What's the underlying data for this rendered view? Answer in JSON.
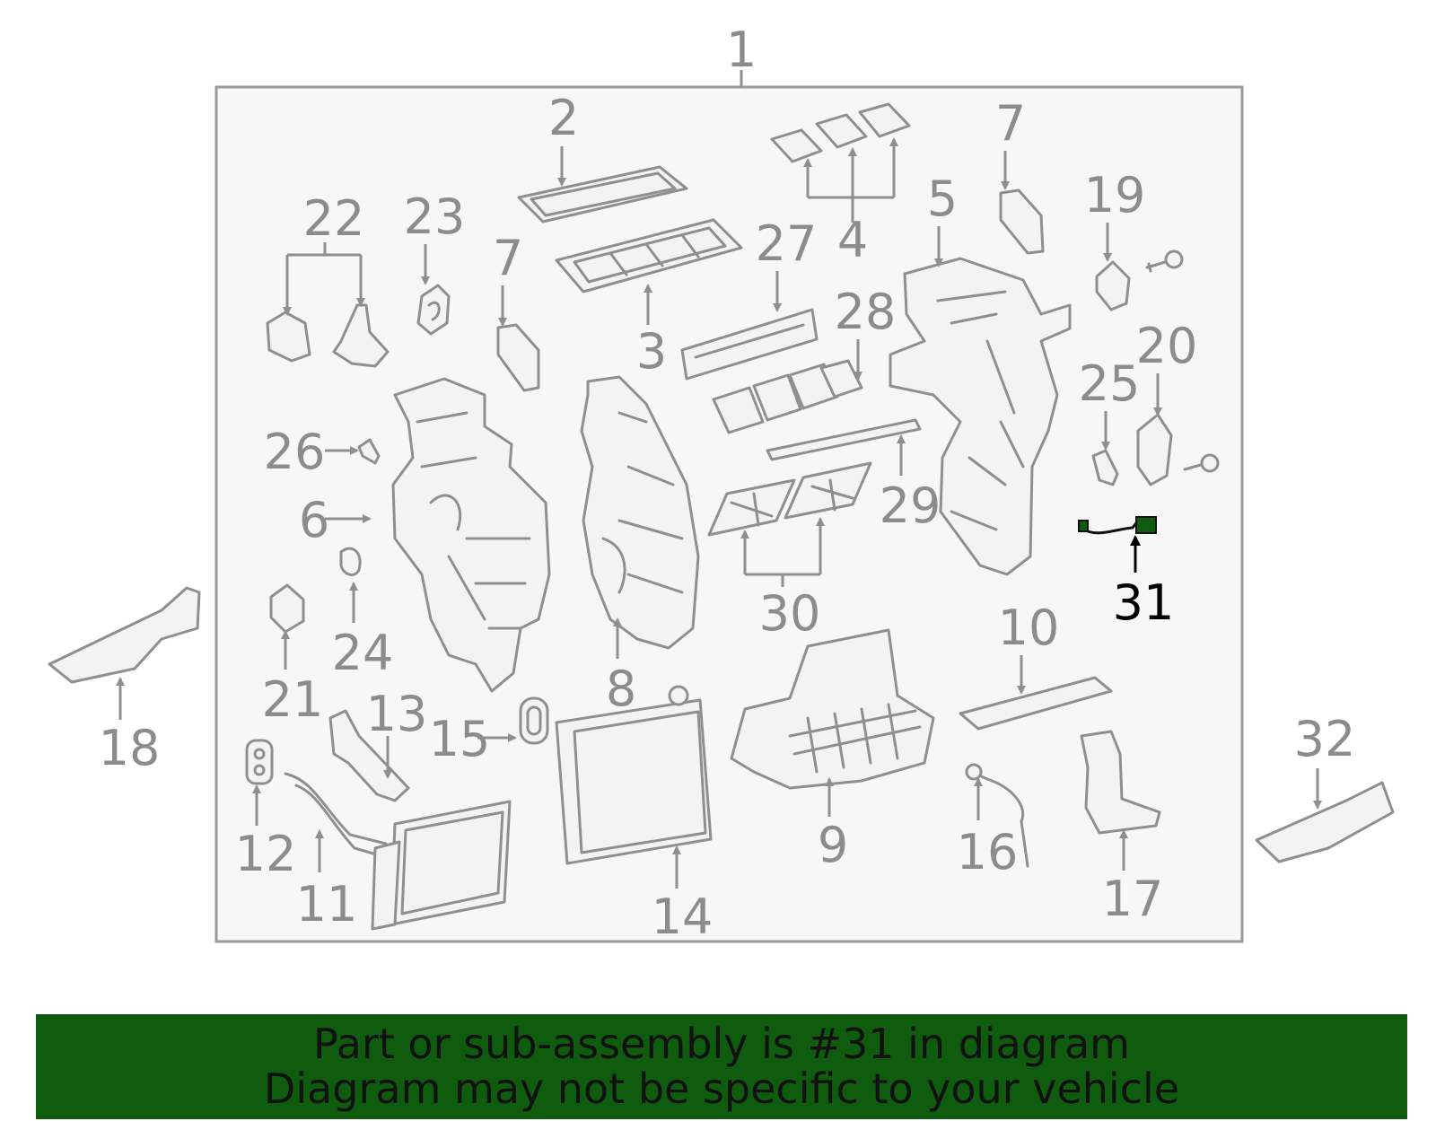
{
  "diagram": {
    "assembly_label": "1",
    "callouts": {
      "p2": "2",
      "p3": "3",
      "p4": "4",
      "p5": "5",
      "p6": "6",
      "p7a": "7",
      "p7b": "7",
      "p8": "8",
      "p9": "9",
      "p10": "10",
      "p11": "11",
      "p12": "12",
      "p13": "13",
      "p14": "14",
      "p15": "15",
      "p16": "16",
      "p17": "17",
      "p18": "18",
      "p19": "19",
      "p20": "20",
      "p21": "21",
      "p22": "22",
      "p23": "23",
      "p24": "24",
      "p25": "25",
      "p26": "26",
      "p27": "27",
      "p28": "28",
      "p29": "29",
      "p30": "30",
      "p31": "31",
      "p32": "32"
    },
    "highlighted_part": "31",
    "highlight_color": "#0f5c0f"
  },
  "banner": {
    "line1": "Part or sub-assembly is #31 in diagram",
    "line2": "Diagram may not be specific to your vehicle",
    "background": "#0f5c0f"
  }
}
